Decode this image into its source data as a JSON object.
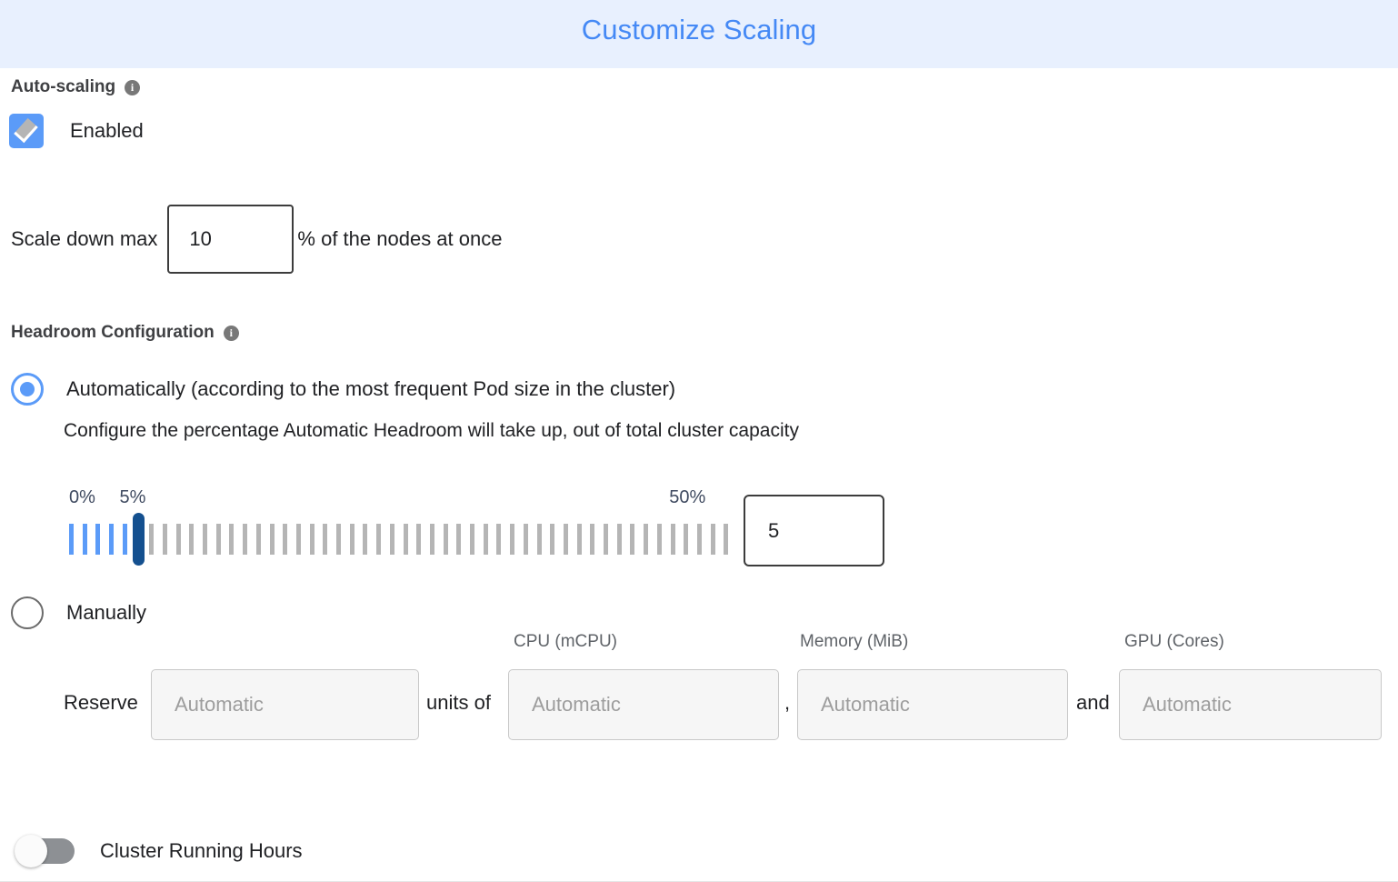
{
  "header": {
    "title": "Customize Scaling",
    "background_color": "#e8f0fe",
    "title_color": "#4589f5"
  },
  "autoscaling": {
    "heading": "Auto-scaling",
    "info_icon": "info-icon",
    "info_glyph": "i",
    "checkbox": {
      "label": "Enabled",
      "checked": true,
      "color": "#5b9bf8"
    },
    "scale_down": {
      "prefix_label": "Scale down max",
      "value": "10",
      "suffix_label": "% of the nodes at once"
    }
  },
  "headroom": {
    "heading": "Headroom Configuration",
    "info_glyph": "i",
    "options": [
      {
        "label": "Automatically (according to the most frequent Pod size in the cluster)",
        "selected": true,
        "description": "Configure the percentage Automatic Headroom will take up, out of total cluster capacity"
      },
      {
        "label": "Manually",
        "selected": false
      }
    ],
    "slider": {
      "min_label": "0%",
      "max_label": "50%",
      "current_label": "5%",
      "min": 0,
      "max": 50,
      "value": 5,
      "tick_count": 50,
      "filled_color": "#5b9bf8",
      "empty_color": "#b5b5b5",
      "handle_color": "#14508f",
      "input_value": "5"
    },
    "manual_fields": {
      "reserve_label": "Reserve",
      "units_label": "units of",
      "comma_label": ",",
      "and_label": "and",
      "columns": [
        {
          "header": "",
          "placeholder": "Automatic",
          "value": ""
        },
        {
          "header": "CPU (mCPU)",
          "placeholder": "Automatic",
          "value": ""
        },
        {
          "header": "Memory (MiB)",
          "placeholder": "Automatic",
          "value": ""
        },
        {
          "header": "GPU (Cores)",
          "placeholder": "Automatic",
          "value": ""
        }
      ]
    }
  },
  "cluster_running_hours": {
    "label": "Cluster Running Hours",
    "enabled": false
  }
}
